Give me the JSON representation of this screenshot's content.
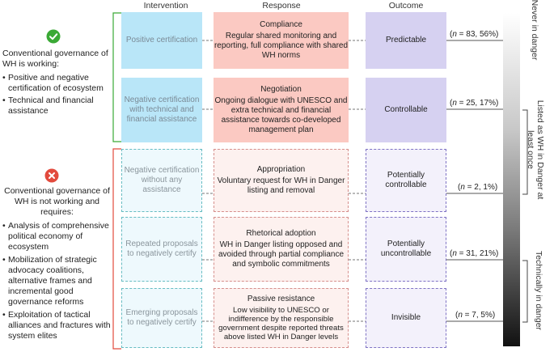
{
  "headers": {
    "intervention": "Intervention",
    "response": "Response",
    "outcome": "Outcome"
  },
  "working": {
    "title": "Conventional governance of WH is working:",
    "bullets": [
      "Positive and negative certification of ecosystem",
      "Technical and financial assistance"
    ],
    "icon_color": "#3aa935"
  },
  "not_working": {
    "title": "Conventional governance of WH is not working and requires:",
    "bullets": [
      "Analysis of comprehensive political economy of ecosystem",
      "Mobilization of strategic advocacy coalitions, alternative frames and incremental good governance reforms",
      "Exploitation of tactical alliances and fractures with system elites"
    ],
    "icon_color": "#e24a3d"
  },
  "rows": [
    {
      "intervention": "Positive certification",
      "response_title": "Compliance",
      "response_body": "Regular shared monitoring and reporting, full compliance with shared WH norms",
      "outcome": "Predictable",
      "count": "(n = 83, 56%)"
    },
    {
      "intervention": "Negative certification with technical and financial assistance",
      "response_title": "Negotiation",
      "response_body": "Ongoing dialogue with UNESCO and extra technical and financial assistance towards co-developed management plan",
      "outcome": "Controllable",
      "count": "(n = 25, 17%)"
    },
    {
      "intervention": "Negative certification without any assistance",
      "response_title": "Appropriation",
      "response_body": "Voluntary request for WH in Danger listing and removal",
      "outcome": "Potentially controllable",
      "count": "(n = 2, 1%)"
    },
    {
      "intervention": "Repeated proposals to negatively certify",
      "response_title": "Rhetorical adoption",
      "response_body": "WH in Danger listing opposed and avoided through partial compliance and symbolic commitments",
      "outcome": "Potentially uncontrollable",
      "count": "(n = 31, 21%)"
    },
    {
      "intervention": "Emerging proposals to negatively certify",
      "response_title": "Passive resistance",
      "response_body": "Low visibility to UNESCO or indifference by the responsible government despite reported threats above listed WH in Danger levels",
      "outcome": "Invisible",
      "count": "(n = 7, 5%)"
    }
  ],
  "danger_labels": {
    "never": "Never in danger",
    "listed": "Listed as WH in Danger at least once",
    "technically": "Technically in danger"
  },
  "colors": {
    "green_bracket": "#3aa935",
    "red_bracket": "#e24a3d",
    "connector": "#777777"
  }
}
